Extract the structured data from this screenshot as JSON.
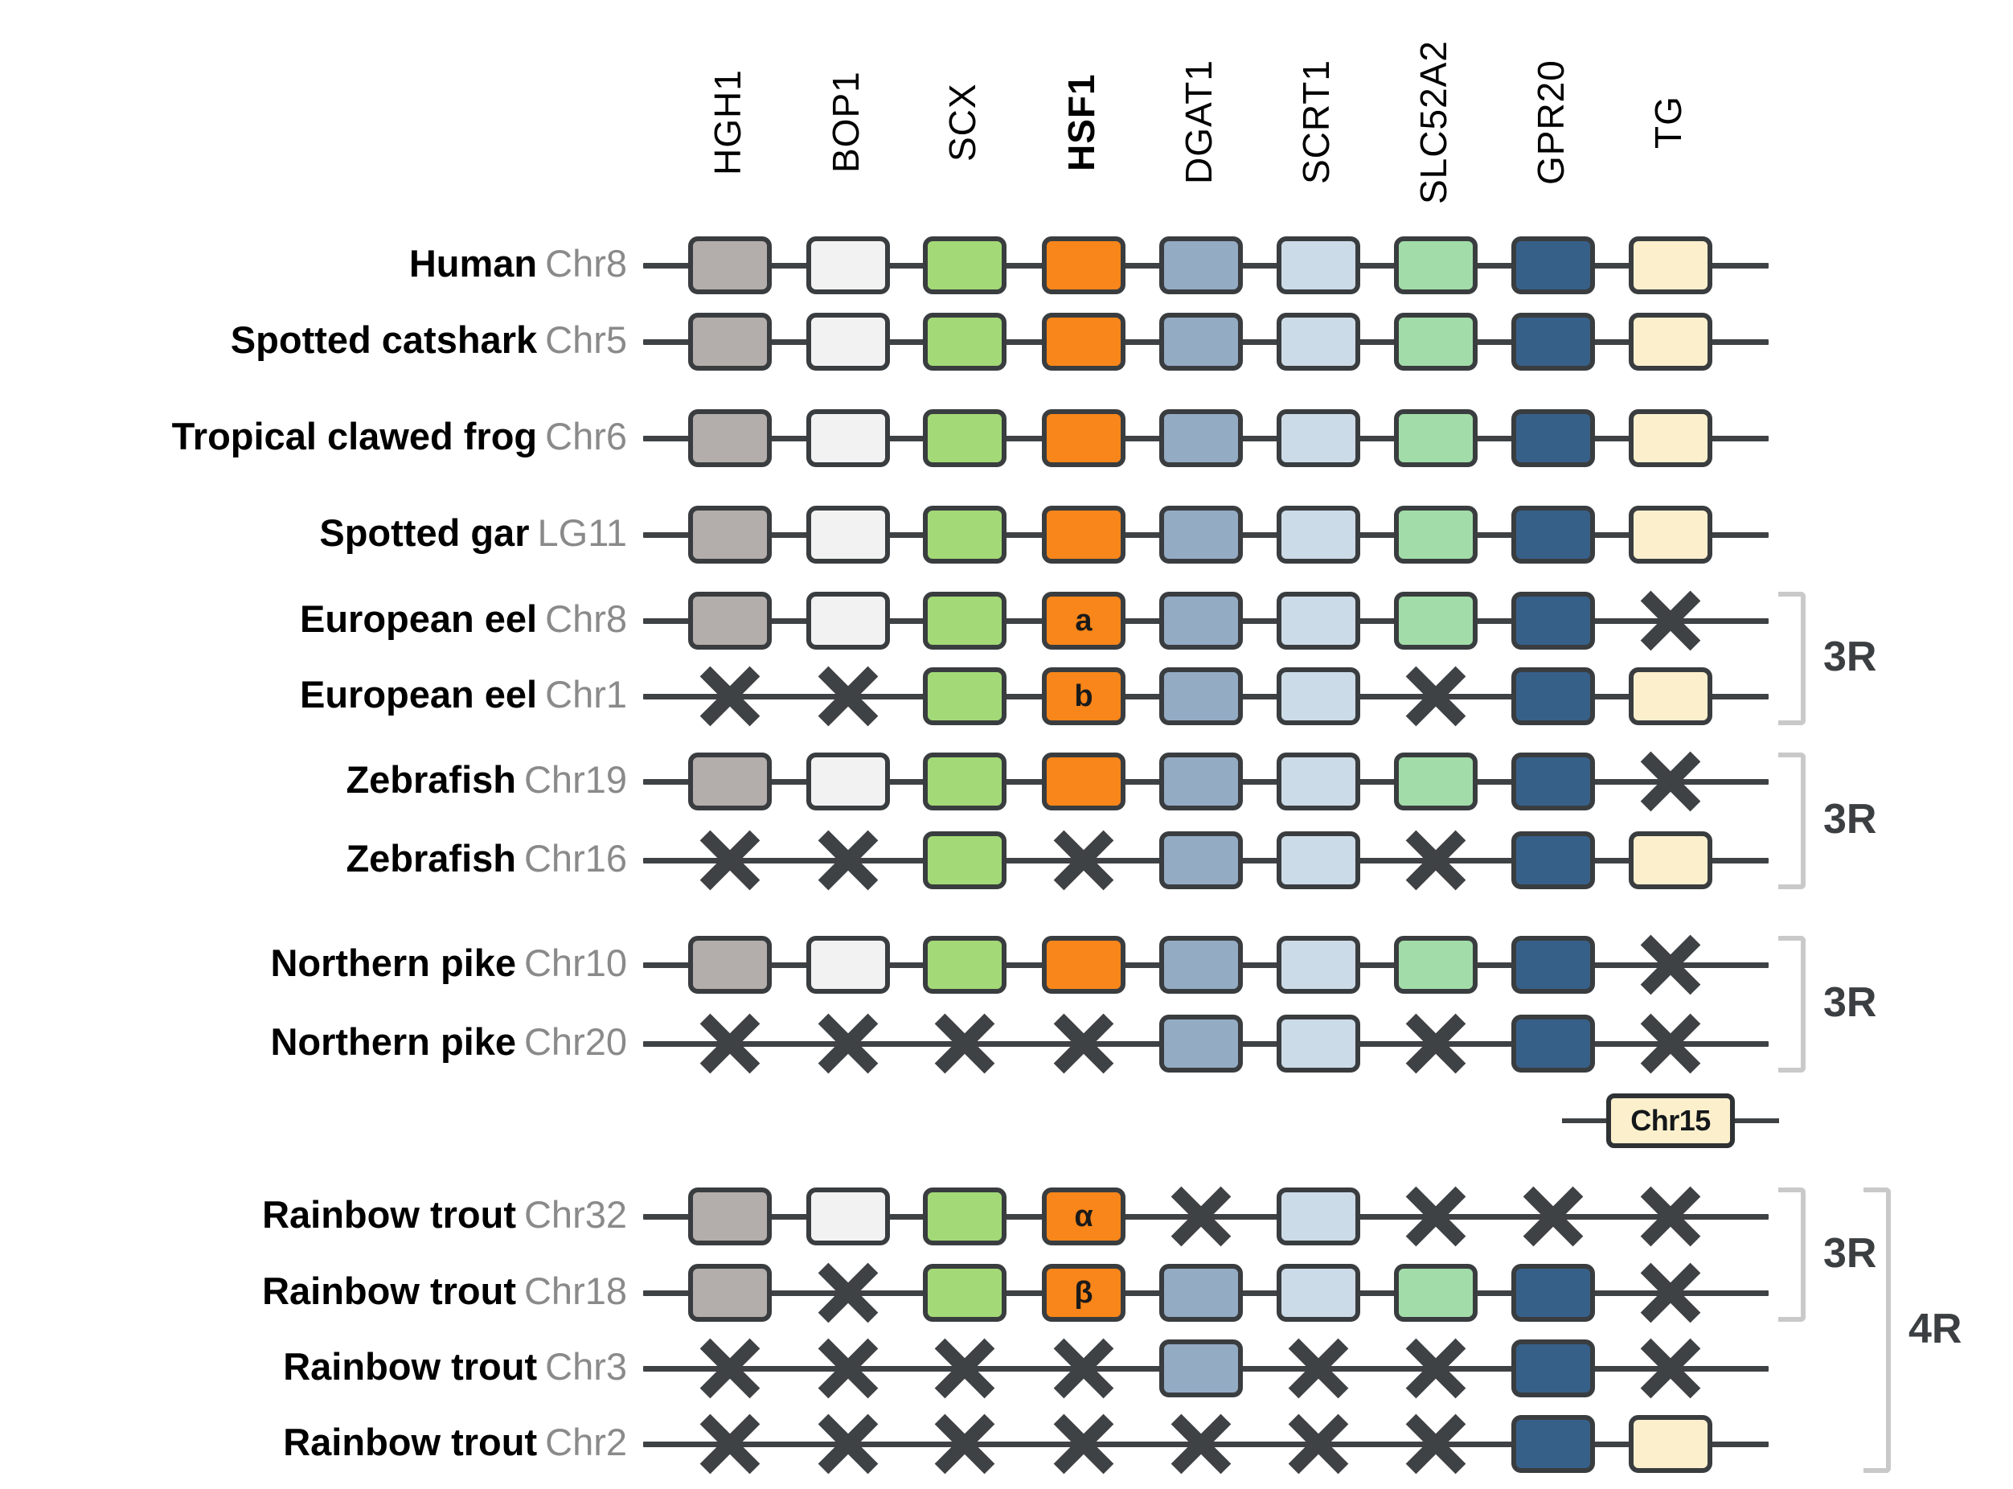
{
  "figure": {
    "type": "synteny-map",
    "title": "",
    "background": "#ffffff"
  },
  "colors": {
    "HGH1": "#b3aeab",
    "BOP1": "#f2f2f2",
    "SCX": "#a3d977",
    "HSF1": "#f8861a",
    "DGAT1": "#94abc4",
    "SCRT1": "#ccdbe8",
    "SLC52A2": "#a2dda9",
    "GPR20": "#376089",
    "TG": "#fcf0cc",
    "outline": "#3a3d3f",
    "line": "#3f4244",
    "xmark": "#3f4244",
    "bracket": "#c9c9c9",
    "label_species": "#000000",
    "label_chr": "#8a8a8a"
  },
  "columns": [
    {
      "id": "HGH1",
      "label": "HGH1",
      "bold": false
    },
    {
      "id": "BOP1",
      "label": "BOP1",
      "bold": false
    },
    {
      "id": "SCX",
      "label": "SCX",
      "bold": false
    },
    {
      "id": "HSF1",
      "label": "HSF1",
      "bold": true
    },
    {
      "id": "DGAT1",
      "label": "DGAT1",
      "bold": false
    },
    {
      "id": "SCRT1",
      "label": "SCRT1",
      "bold": false
    },
    {
      "id": "SLC52A2",
      "label": "SLC52A2",
      "bold": false
    },
    {
      "id": "GPR20",
      "label": "GPR20",
      "bold": false
    },
    {
      "id": "TG",
      "label": "TG",
      "bold": false
    }
  ],
  "rows": [
    {
      "species": "Human",
      "chr": "Chr8",
      "genes": [
        {
          "g": "HGH1"
        },
        {
          "g": "BOP1"
        },
        {
          "g": "SCX"
        },
        {
          "g": "HSF1"
        },
        {
          "g": "DGAT1"
        },
        {
          "g": "SCRT1"
        },
        {
          "g": "SLC52A2"
        },
        {
          "g": "GPR20"
        },
        {
          "g": "TG"
        }
      ]
    },
    {
      "species": "Spotted catshark",
      "chr": "Chr5",
      "genes": [
        {
          "g": "HGH1"
        },
        {
          "g": "BOP1"
        },
        {
          "g": "SCX"
        },
        {
          "g": "HSF1"
        },
        {
          "g": "DGAT1"
        },
        {
          "g": "SCRT1"
        },
        {
          "g": "SLC52A2"
        },
        {
          "g": "GPR20"
        },
        {
          "g": "TG"
        }
      ]
    },
    {
      "species": "Tropical clawed frog",
      "chr": "Chr6",
      "genes": [
        {
          "g": "HGH1"
        },
        {
          "g": "BOP1"
        },
        {
          "g": "SCX"
        },
        {
          "g": "HSF1"
        },
        {
          "g": "DGAT1"
        },
        {
          "g": "SCRT1"
        },
        {
          "g": "SLC52A2"
        },
        {
          "g": "GPR20"
        },
        {
          "g": "TG"
        }
      ]
    },
    {
      "species": "Spotted gar",
      "chr": "LG11",
      "genes": [
        {
          "g": "HGH1"
        },
        {
          "g": "BOP1"
        },
        {
          "g": "SCX"
        },
        {
          "g": "HSF1"
        },
        {
          "g": "DGAT1"
        },
        {
          "g": "SCRT1"
        },
        {
          "g": "SLC52A2"
        },
        {
          "g": "GPR20"
        },
        {
          "g": "TG"
        }
      ]
    },
    {
      "species": "European eel",
      "chr": "Chr8",
      "genes": [
        {
          "g": "HGH1"
        },
        {
          "g": "BOP1"
        },
        {
          "g": "SCX"
        },
        {
          "g": "HSF1",
          "text": "a"
        },
        {
          "g": "DGAT1"
        },
        {
          "g": "SCRT1"
        },
        {
          "g": "SLC52A2"
        },
        {
          "g": "GPR20"
        },
        {
          "g": "X"
        }
      ]
    },
    {
      "species": "European eel",
      "chr": "Chr1",
      "genes": [
        {
          "g": "X"
        },
        {
          "g": "X"
        },
        {
          "g": "SCX"
        },
        {
          "g": "HSF1",
          "text": "b"
        },
        {
          "g": "DGAT1"
        },
        {
          "g": "SCRT1"
        },
        {
          "g": "X"
        },
        {
          "g": "GPR20"
        },
        {
          "g": "TG"
        }
      ]
    },
    {
      "species": "Zebrafish",
      "chr": "Chr19",
      "genes": [
        {
          "g": "HGH1"
        },
        {
          "g": "BOP1"
        },
        {
          "g": "SCX"
        },
        {
          "g": "HSF1"
        },
        {
          "g": "DGAT1"
        },
        {
          "g": "SCRT1"
        },
        {
          "g": "SLC52A2"
        },
        {
          "g": "GPR20"
        },
        {
          "g": "X"
        }
      ]
    },
    {
      "species": "Zebrafish",
      "chr": "Chr16",
      "genes": [
        {
          "g": "X"
        },
        {
          "g": "X"
        },
        {
          "g": "SCX"
        },
        {
          "g": "X"
        },
        {
          "g": "DGAT1"
        },
        {
          "g": "SCRT1"
        },
        {
          "g": "X"
        },
        {
          "g": "GPR20"
        },
        {
          "g": "TG"
        }
      ]
    },
    {
      "species": "Northern pike",
      "chr": "Chr10",
      "genes": [
        {
          "g": "HGH1"
        },
        {
          "g": "BOP1"
        },
        {
          "g": "SCX"
        },
        {
          "g": "HSF1"
        },
        {
          "g": "DGAT1"
        },
        {
          "g": "SCRT1"
        },
        {
          "g": "SLC52A2"
        },
        {
          "g": "GPR20"
        },
        {
          "g": "X"
        }
      ]
    },
    {
      "species": "Northern pike",
      "chr": "Chr20",
      "genes": [
        {
          "g": "X"
        },
        {
          "g": "X"
        },
        {
          "g": "X"
        },
        {
          "g": "X"
        },
        {
          "g": "DGAT1"
        },
        {
          "g": "SCRT1"
        },
        {
          "g": "X"
        },
        {
          "g": "GPR20"
        },
        {
          "g": "X"
        }
      ]
    },
    {
      "species": "Rainbow trout",
      "chr": "Chr32",
      "genes": [
        {
          "g": "HGH1"
        },
        {
          "g": "BOP1"
        },
        {
          "g": "SCX"
        },
        {
          "g": "HSF1",
          "text": "α"
        },
        {
          "g": "X"
        },
        {
          "g": "SCRT1"
        },
        {
          "g": "X"
        },
        {
          "g": "X"
        },
        {
          "g": "X"
        }
      ]
    },
    {
      "species": "Rainbow trout",
      "chr": "Chr18",
      "genes": [
        {
          "g": "HGH1"
        },
        {
          "g": "X"
        },
        {
          "g": "SCX"
        },
        {
          "g": "HSF1",
          "text": "β"
        },
        {
          "g": "DGAT1"
        },
        {
          "g": "SCRT1"
        },
        {
          "g": "SLC52A2"
        },
        {
          "g": "GPR20"
        },
        {
          "g": "X"
        }
      ]
    },
    {
      "species": "Rainbow trout",
      "chr": "Chr3",
      "genes": [
        {
          "g": "X"
        },
        {
          "g": "X"
        },
        {
          "g": "X"
        },
        {
          "g": "X"
        },
        {
          "g": "DGAT1"
        },
        {
          "g": "X"
        },
        {
          "g": "X"
        },
        {
          "g": "GPR20"
        },
        {
          "g": "X"
        }
      ]
    },
    {
      "species": "Rainbow trout",
      "chr": "Chr2",
      "genes": [
        {
          "g": "X"
        },
        {
          "g": "X"
        },
        {
          "g": "X"
        },
        {
          "g": "X"
        },
        {
          "g": "X"
        },
        {
          "g": "X"
        },
        {
          "g": "X"
        },
        {
          "g": "GPR20"
        },
        {
          "g": "TG"
        }
      ]
    }
  ],
  "inset": {
    "label": "Chr15",
    "color": "TG",
    "after_row": 9
  },
  "brackets": [
    {
      "label": "3R",
      "rows": [
        4,
        5
      ]
    },
    {
      "label": "3R",
      "rows": [
        6,
        7
      ]
    },
    {
      "label": "3R",
      "rows": [
        8,
        9
      ]
    },
    {
      "label": "3R",
      "rows": [
        10,
        11
      ]
    },
    {
      "label": "4R",
      "rows": [
        10,
        13
      ]
    }
  ]
}
